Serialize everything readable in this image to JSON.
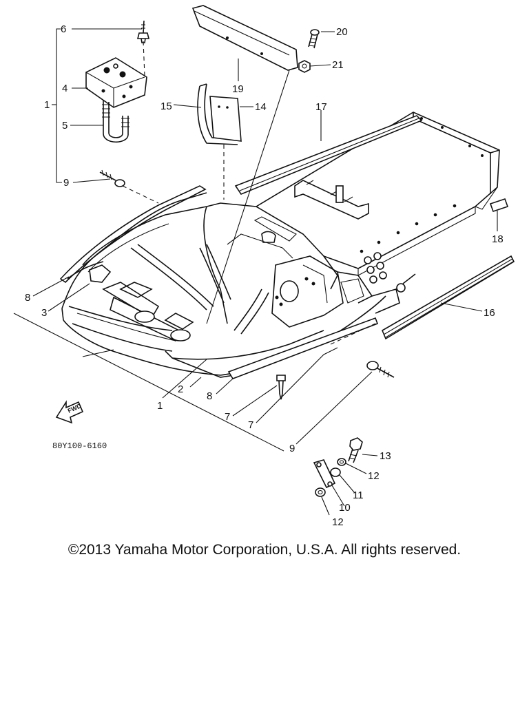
{
  "diagram": {
    "part_code": "80Y100-6160",
    "fwd_label": "FWD",
    "callouts": {
      "c1_left": "1",
      "c1_bottom": "1",
      "c2": "2",
      "c3": "3",
      "c4": "4",
      "c5": "5",
      "c6": "6",
      "c7_a": "7",
      "c7_b": "7",
      "c8_left": "8",
      "c8_bottom": "8",
      "c9_left": "9",
      "c9_bottom": "9",
      "c10": "10",
      "c11": "11",
      "c12_a": "12",
      "c12_b": "12",
      "c13": "13",
      "c14": "14",
      "c15": "15",
      "c16": "16",
      "c17": "17",
      "c18": "18",
      "c19": "19",
      "c20": "20",
      "c21": "21"
    }
  },
  "footer": {
    "copyright": "©2013 Yamaha Motor Corporation, U.S.A. All rights reserved."
  }
}
